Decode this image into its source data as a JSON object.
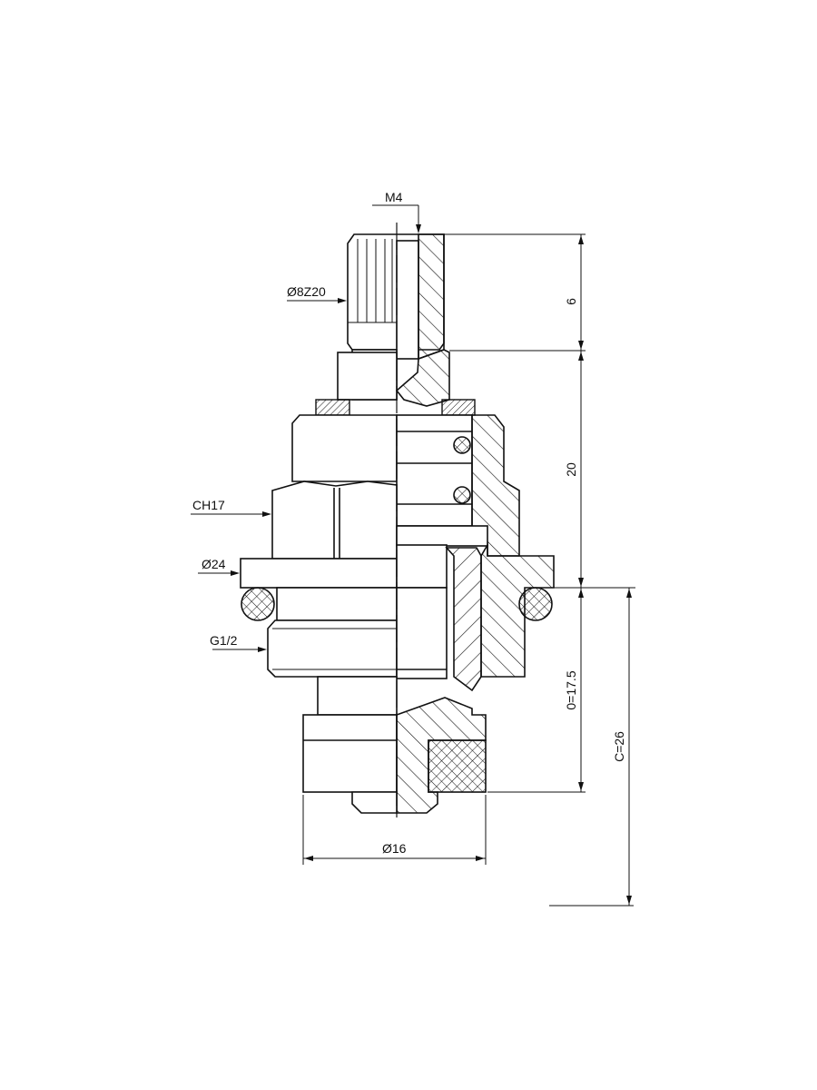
{
  "drawing": {
    "labels": {
      "thread_top": "M4",
      "spline": "Ø8Z20",
      "hex": "CH17",
      "flange": "Ø24",
      "thread": "G1/2",
      "base_diameter": "Ø16"
    },
    "dimensions": {
      "head_height": "6",
      "body_height": "20",
      "lower_height": "0=17.5",
      "total_lower": "C=26"
    }
  }
}
